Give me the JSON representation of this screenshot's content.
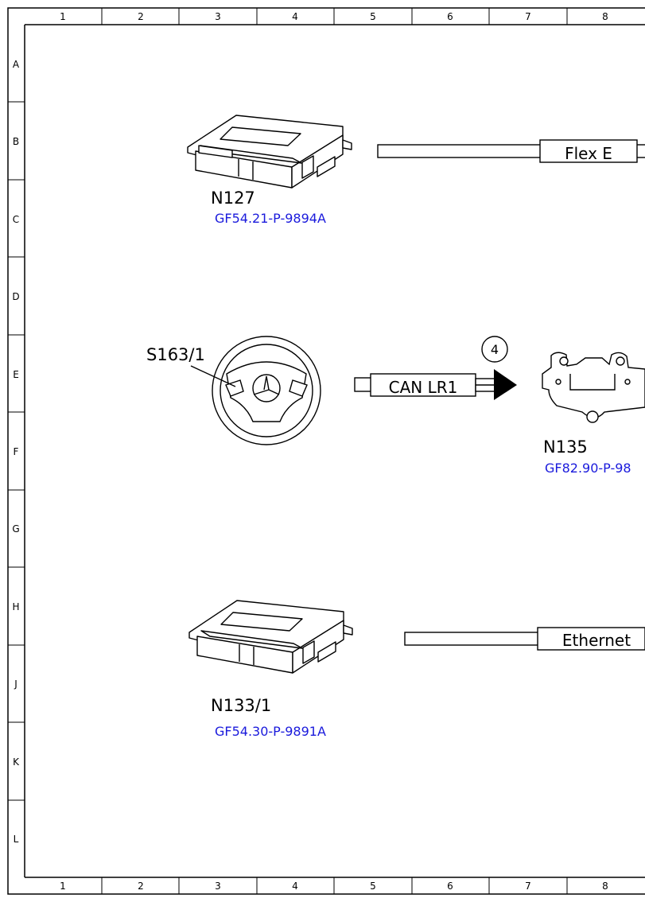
{
  "grid": {
    "columns": [
      "1",
      "2",
      "3",
      "4",
      "5",
      "6",
      "7",
      "8"
    ],
    "rows": [
      "A",
      "B",
      "C",
      "D",
      "E",
      "F",
      "G",
      "H",
      "J",
      "K",
      "L"
    ]
  },
  "components": {
    "n127": {
      "label": "N127",
      "ref": "GF54.21-P-9894A"
    },
    "s163": {
      "label": "S163/1"
    },
    "n135": {
      "label": "N135",
      "ref": "GF82.90-P-98"
    },
    "n133": {
      "label": "N133/1",
      "ref": "GF54.30-P-9891A"
    }
  },
  "buses": {
    "flex": "Flex E",
    "can": "CAN LR1",
    "ethernet": "Ethernet"
  },
  "marker": "4"
}
